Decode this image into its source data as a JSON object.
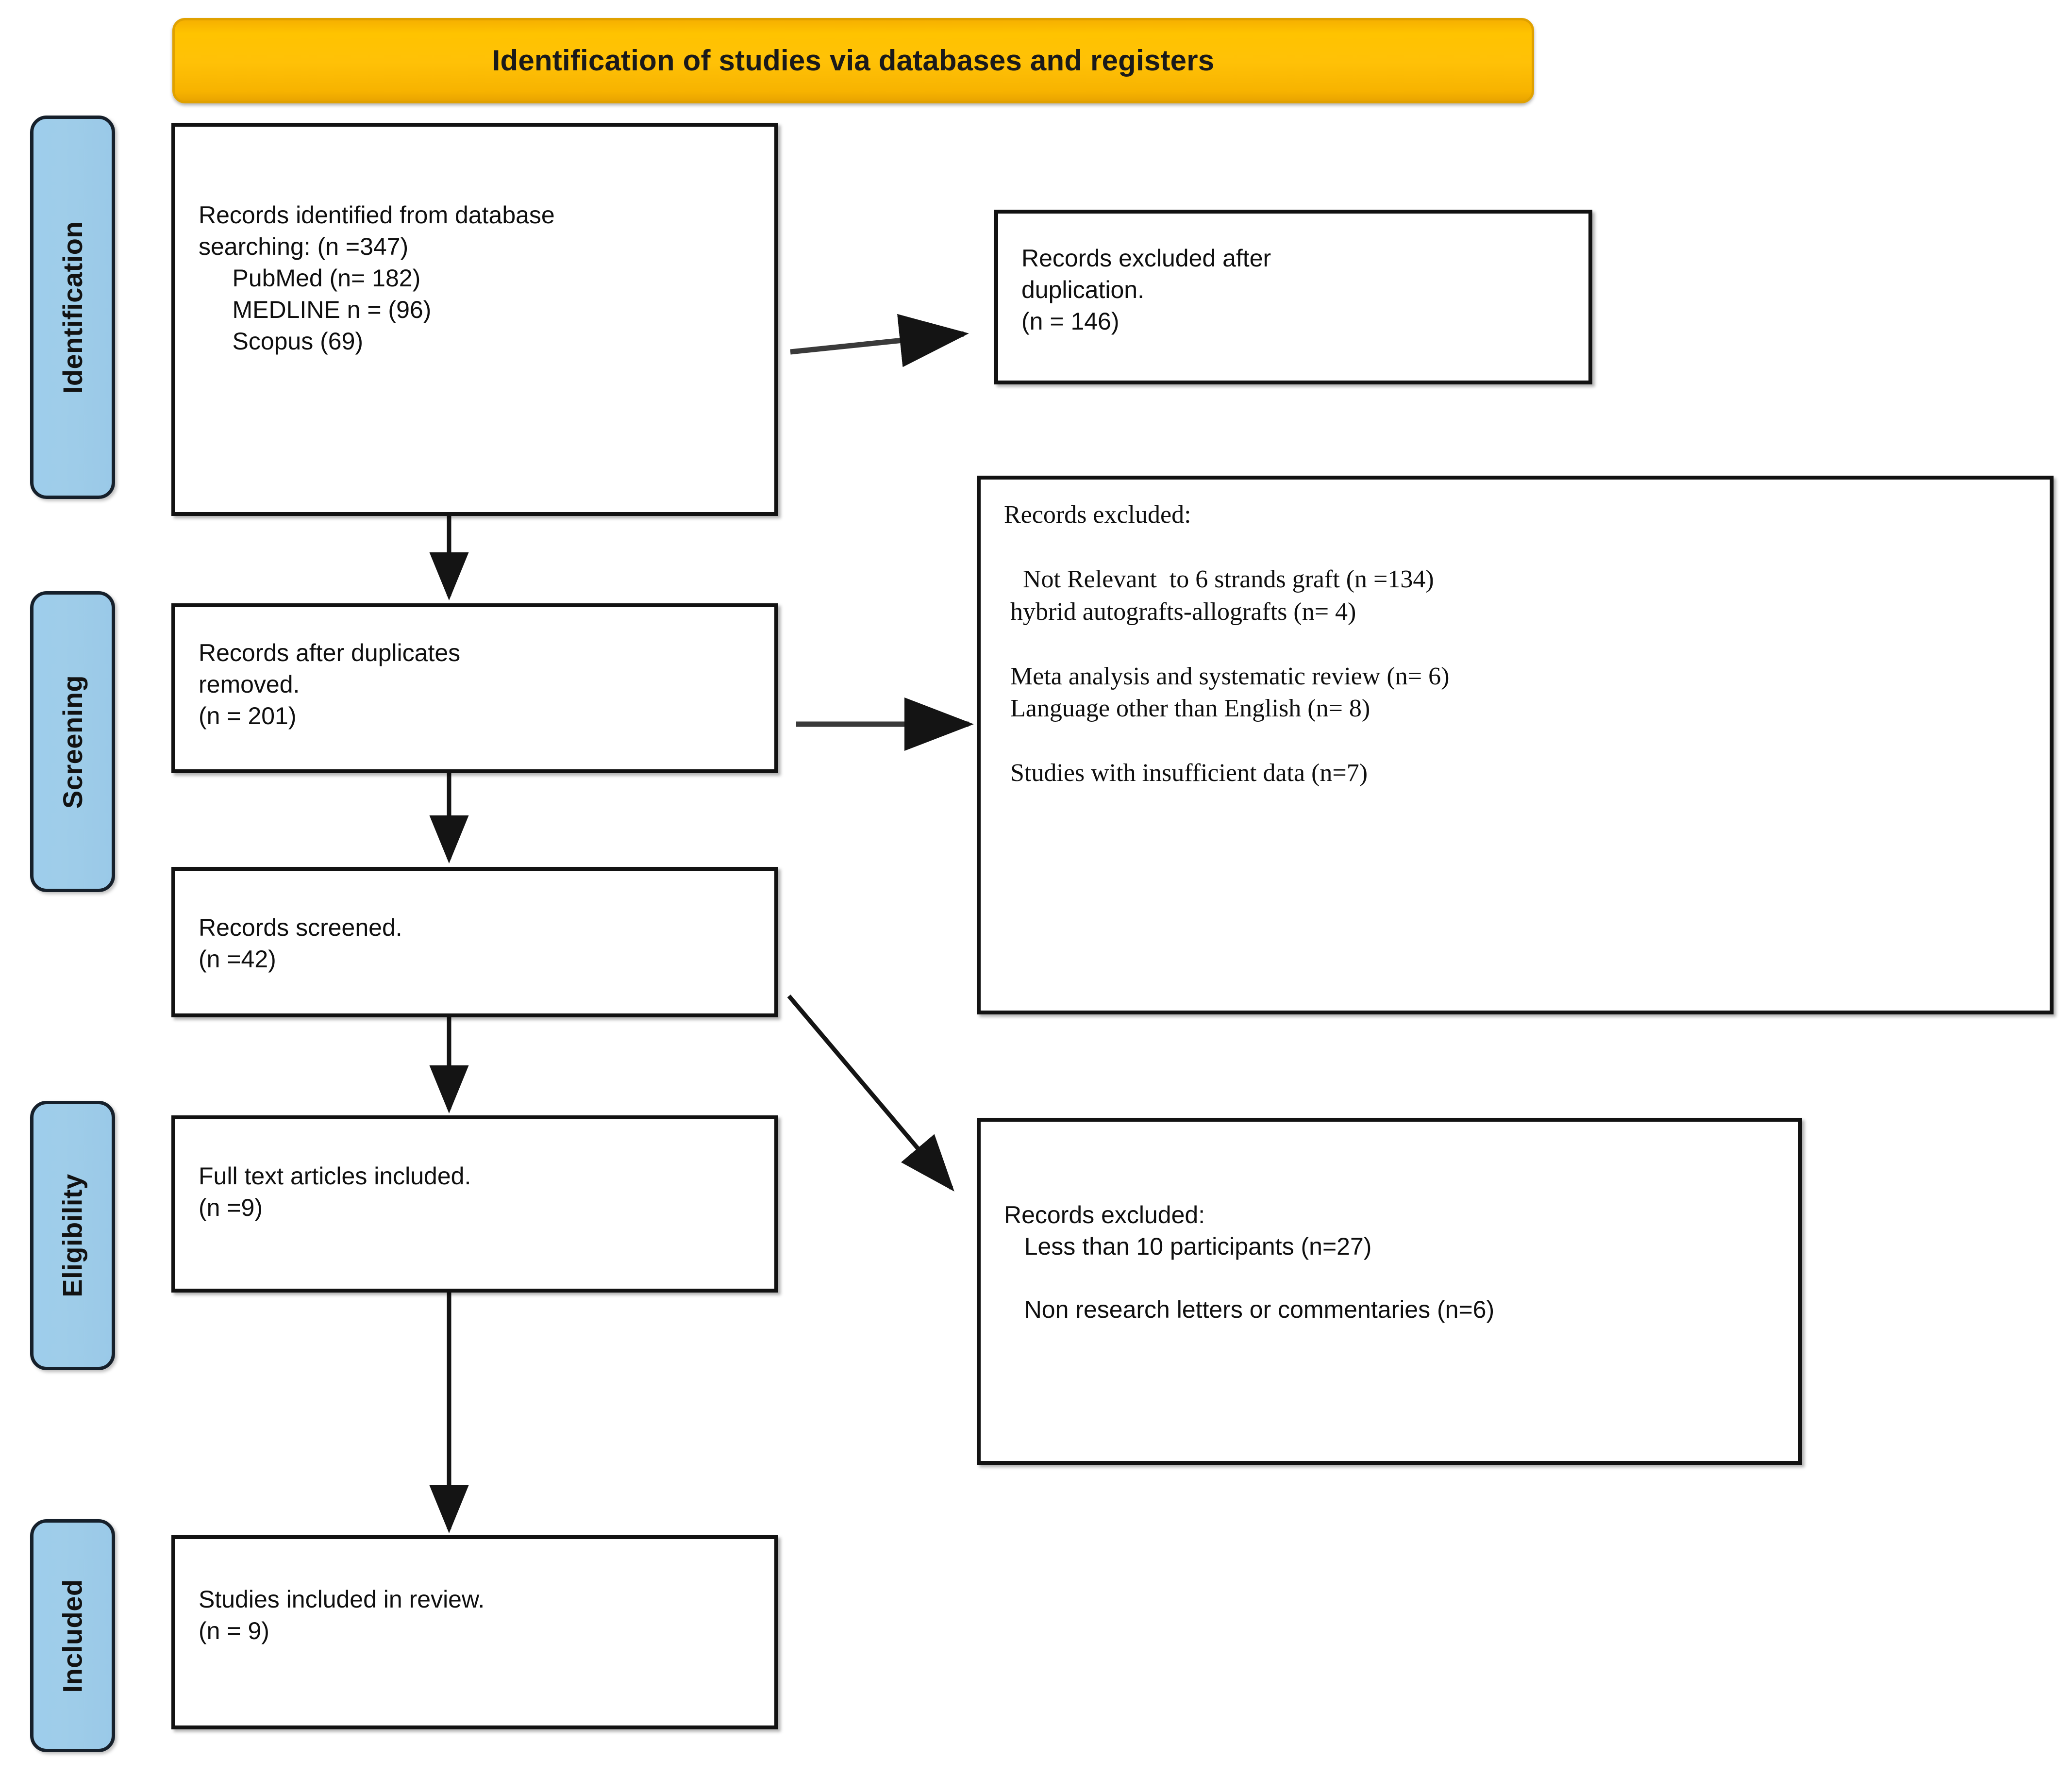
{
  "banner": {
    "title": "Identification of studies via databases and registers",
    "bg_color": "#ffc107"
  },
  "stages": [
    {
      "id": "identification",
      "label": "Identification",
      "color": "#9ecdec"
    },
    {
      "id": "screening",
      "label": "Screening",
      "color": "#9ecdec"
    },
    {
      "id": "eligibility",
      "label": "Eligibility",
      "color": "#9ecdec"
    },
    {
      "id": "included",
      "label": "Included",
      "color": "#9ecdec"
    }
  ],
  "boxes": {
    "identified": {
      "text": "Records identified from database\nsearching: (n =347)\n     PubMed (n= 182)\n     MEDLINE n = (96)\n     Scopus (69)"
    },
    "excluded_duplicates": {
      "text": "Records excluded after\nduplication.\n(n = 146)"
    },
    "after_duplicates": {
      "text": "Records after duplicates\nremoved.\n(n = 201)"
    },
    "records_excluded_screening": {
      "text": "Records excluded:\n\n   Not Relevant  to 6 strands graft (n =134)\n hybrid autografts-allografts (n= 4)\n\n Meta analysis and systematic review (n= 6)\n Language other than English (n= 8)\n\n Studies with insufficient data (n=7)"
    },
    "records_screened": {
      "text": "Records screened.\n(n =42)"
    },
    "full_text": {
      "text": "Full text articles included.\n(n =9)"
    },
    "records_excluded_eligibility": {
      "text": "Records excluded:\n   Less than 10 participants (n=27)\n\n   Non research letters or commentaries (n=6)"
    },
    "studies_included": {
      "text": "Studies included in review.\n(n = 9)"
    }
  },
  "chart_data": {
    "type": "table",
    "title": "Identification of studies via databases and registers",
    "stages": [
      "Identification",
      "Screening",
      "Eligibility",
      "Included"
    ],
    "flow": [
      {
        "stage": "Identification",
        "label": "Records identified from database searching",
        "n": 347,
        "sources": [
          {
            "name": "PubMed",
            "n": 182
          },
          {
            "name": "MEDLINE",
            "n": 96
          },
          {
            "name": "Scopus",
            "n": 69
          }
        ]
      },
      {
        "stage": "Identification",
        "label": "Records excluded after duplication",
        "n": 146,
        "kind": "excluded"
      },
      {
        "stage": "Screening",
        "label": "Records after duplicates removed",
        "n": 201
      },
      {
        "stage": "Screening",
        "label": "Records excluded",
        "kind": "excluded",
        "reasons": [
          {
            "reason": "Not Relevant to 6 strands graft",
            "n": 134
          },
          {
            "reason": "hybrid autografts-allografts",
            "n": 4
          },
          {
            "reason": "Meta analysis and systematic review",
            "n": 6
          },
          {
            "reason": "Language other than English",
            "n": 8
          },
          {
            "reason": "Studies with insufficient data",
            "n": 7
          }
        ]
      },
      {
        "stage": "Screening",
        "label": "Records screened",
        "n": 42
      },
      {
        "stage": "Eligibility",
        "label": "Full text articles included",
        "n": 9
      },
      {
        "stage": "Eligibility",
        "label": "Records excluded",
        "kind": "excluded",
        "reasons": [
          {
            "reason": "Less than 10 participants",
            "n": 27
          },
          {
            "reason": "Non research letters or commentaries",
            "n": 6
          }
        ]
      },
      {
        "stage": "Included",
        "label": "Studies included in review",
        "n": 9
      }
    ]
  }
}
